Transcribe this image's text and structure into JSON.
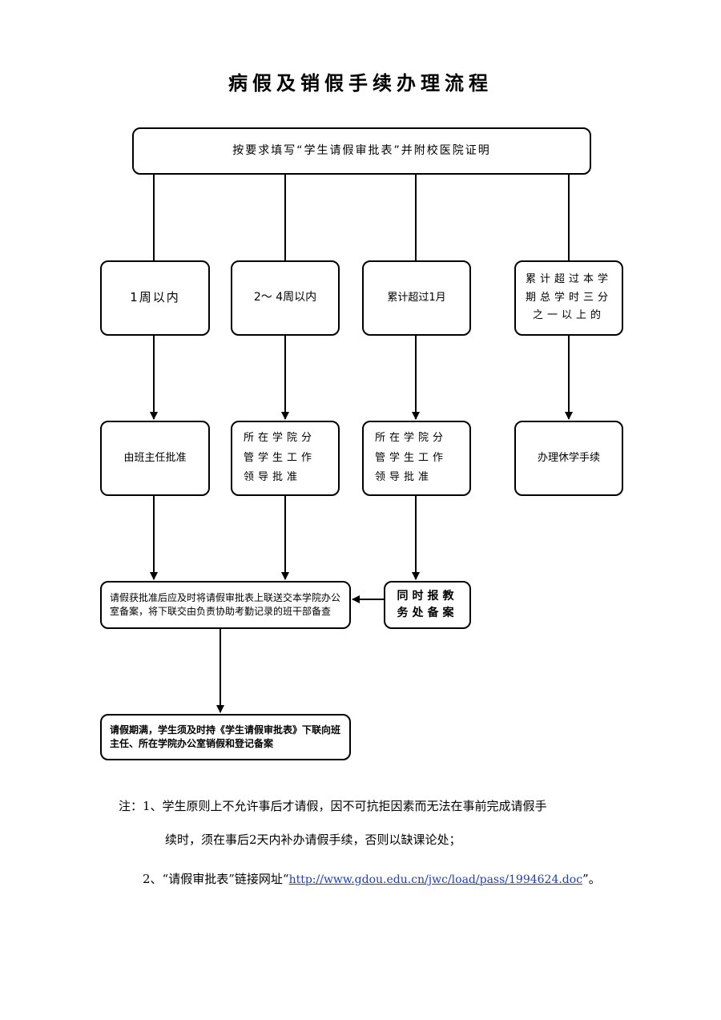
{
  "title": "病假及销假手续办理流程",
  "boxes": {
    "top": "按要求填写“学生请假审批表”并附校医院证明",
    "dur1": "1周以内",
    "dur2": "2～ 4周以内",
    "dur3": "累计超过1月",
    "dur4": "累计超过本学期总学时三分之一以上的",
    "appr1": "由班主任批准",
    "appr2": "所在学院分管学生工作领导批准",
    "appr3": "所在学院分管学生工作领导批准",
    "appr4": "办理休学手续",
    "report": "同时报教务处备案",
    "after_approval": "请假获批准后应及时将请假审批表上联送交本学院办公室备案，将下联交由负责协助考勤记录的班干部备查",
    "expire": "请假期满，学生须及时持《学生请假审批表》下联向班主任、所在学院办公室销假和登记备案"
  },
  "notes": {
    "prefix": "注：",
    "item1_line1": "1、学生原则上不允许事后才请假，因不可抗拒因素而无法在事前完成请假手",
    "item1_line2": "续时，须在事后2天内补办请假手续，否则以缺课论处；",
    "item2_before": "2、“请假审批表”链接网址“",
    "item2_link": "http://www.gdou.edu.cn/jwc/load/pass/1994624.doc",
    "item2_after": "”。"
  }
}
